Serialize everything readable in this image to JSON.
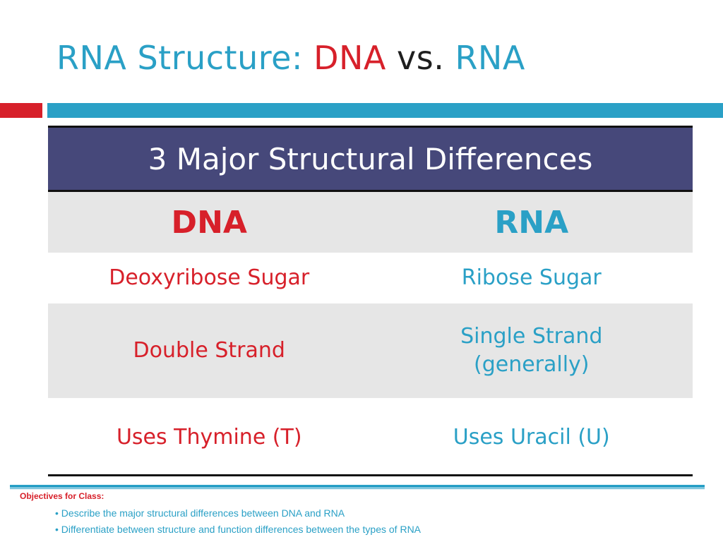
{
  "colors": {
    "red": "#d7202a",
    "teal": "#2aa0c6",
    "navy": "#46487a",
    "title_dark": "#1e1e1e",
    "row_gray": "#e6e6e6"
  },
  "title": {
    "part1": "RNA Structure: ",
    "part2": "DNA",
    "part3": " vs. ",
    "part4": "RNA"
  },
  "table": {
    "header": "3 Major Structural Differences",
    "columns": [
      "DNA",
      "RNA"
    ],
    "rows": [
      {
        "dna": "Deoxyribose Sugar",
        "rna": [
          "Ribose Sugar"
        ]
      },
      {
        "dna": "Double Strand",
        "rna": [
          "Single Strand",
          "(generally)"
        ]
      },
      {
        "dna": "Uses Thymine (T)",
        "rna": [
          "Uses Uracil (U)"
        ]
      }
    ]
  },
  "objectives": {
    "title": "Objectives for Class:",
    "items": [
      "• Describe the major structural differences between DNA and RNA",
      "• Differentiate between structure and function differences between the types of RNA"
    ]
  }
}
